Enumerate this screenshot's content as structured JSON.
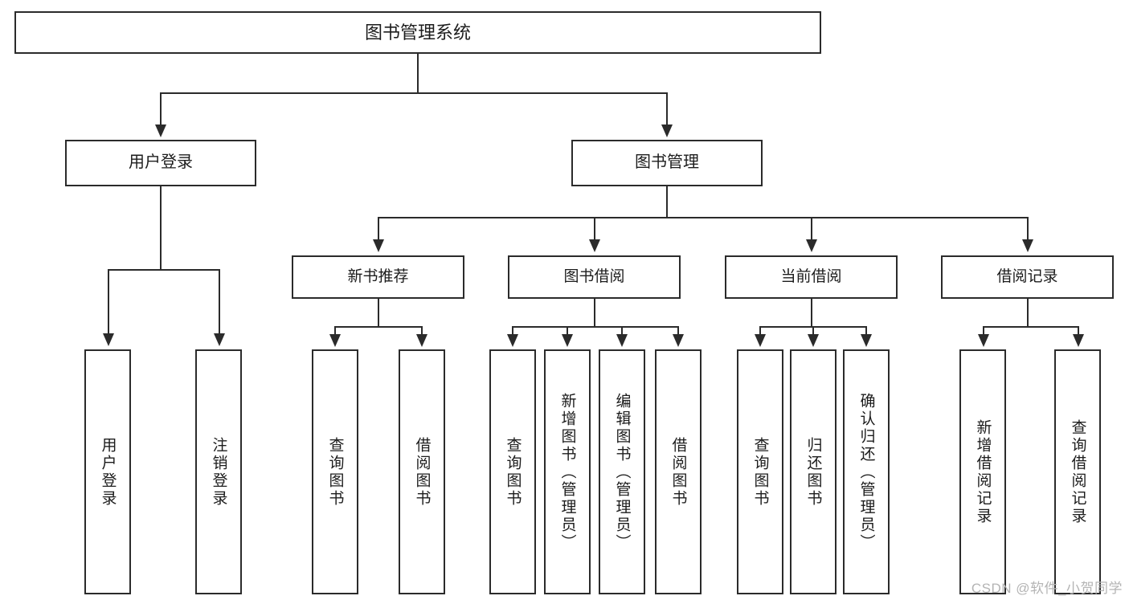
{
  "diagram": {
    "type": "tree",
    "title": "图书管理系统",
    "watermark": "CSDN @软件_小贺同学",
    "root": {
      "label": "图书管理系统"
    },
    "level2": [
      {
        "id": "user-login",
        "label": "用户登录"
      },
      {
        "id": "book-manage",
        "label": "图书管理"
      }
    ],
    "level3": [
      {
        "id": "new-book-recommend",
        "label": "新书推荐",
        "parent": "book-manage"
      },
      {
        "id": "book-borrow",
        "label": "图书借阅",
        "parent": "book-manage"
      },
      {
        "id": "current-borrow",
        "label": "当前借阅",
        "parent": "book-manage"
      },
      {
        "id": "borrow-record",
        "label": "借阅记录",
        "parent": "book-manage"
      }
    ],
    "leaves": [
      {
        "id": "leaf-user-login",
        "label": "用户登录",
        "parent": "user-login"
      },
      {
        "id": "leaf-user-logout",
        "label": "注销登录",
        "parent": "user-login"
      },
      {
        "id": "leaf-query-book-1",
        "label": "查询图书",
        "parent": "new-book-recommend"
      },
      {
        "id": "leaf-borrow-book-1",
        "label": "借阅图书",
        "parent": "new-book-recommend"
      },
      {
        "id": "leaf-query-book-2",
        "label": "查询图书",
        "parent": "book-borrow"
      },
      {
        "id": "leaf-add-book",
        "label": "新增图书（管理员）",
        "parent": "book-borrow"
      },
      {
        "id": "leaf-edit-book",
        "label": "编辑图书（管理员）",
        "parent": "book-borrow"
      },
      {
        "id": "leaf-borrow-book-2",
        "label": "借阅图书",
        "parent": "book-borrow"
      },
      {
        "id": "leaf-query-book-3",
        "label": "查询图书",
        "parent": "current-borrow"
      },
      {
        "id": "leaf-return-book",
        "label": "归还图书",
        "parent": "current-borrow"
      },
      {
        "id": "leaf-confirm-return",
        "label": "确认归还（管理员）",
        "parent": "current-borrow"
      },
      {
        "id": "leaf-add-record",
        "label": "新增借阅记录",
        "parent": "borrow-record"
      },
      {
        "id": "leaf-query-record",
        "label": "查询借阅记录",
        "parent": "borrow-record"
      }
    ],
    "colors": {
      "stroke": "#2b2b2b",
      "fill": "#ffffff",
      "text": "#1c1c1c",
      "watermark": "#b4b4b4"
    }
  }
}
